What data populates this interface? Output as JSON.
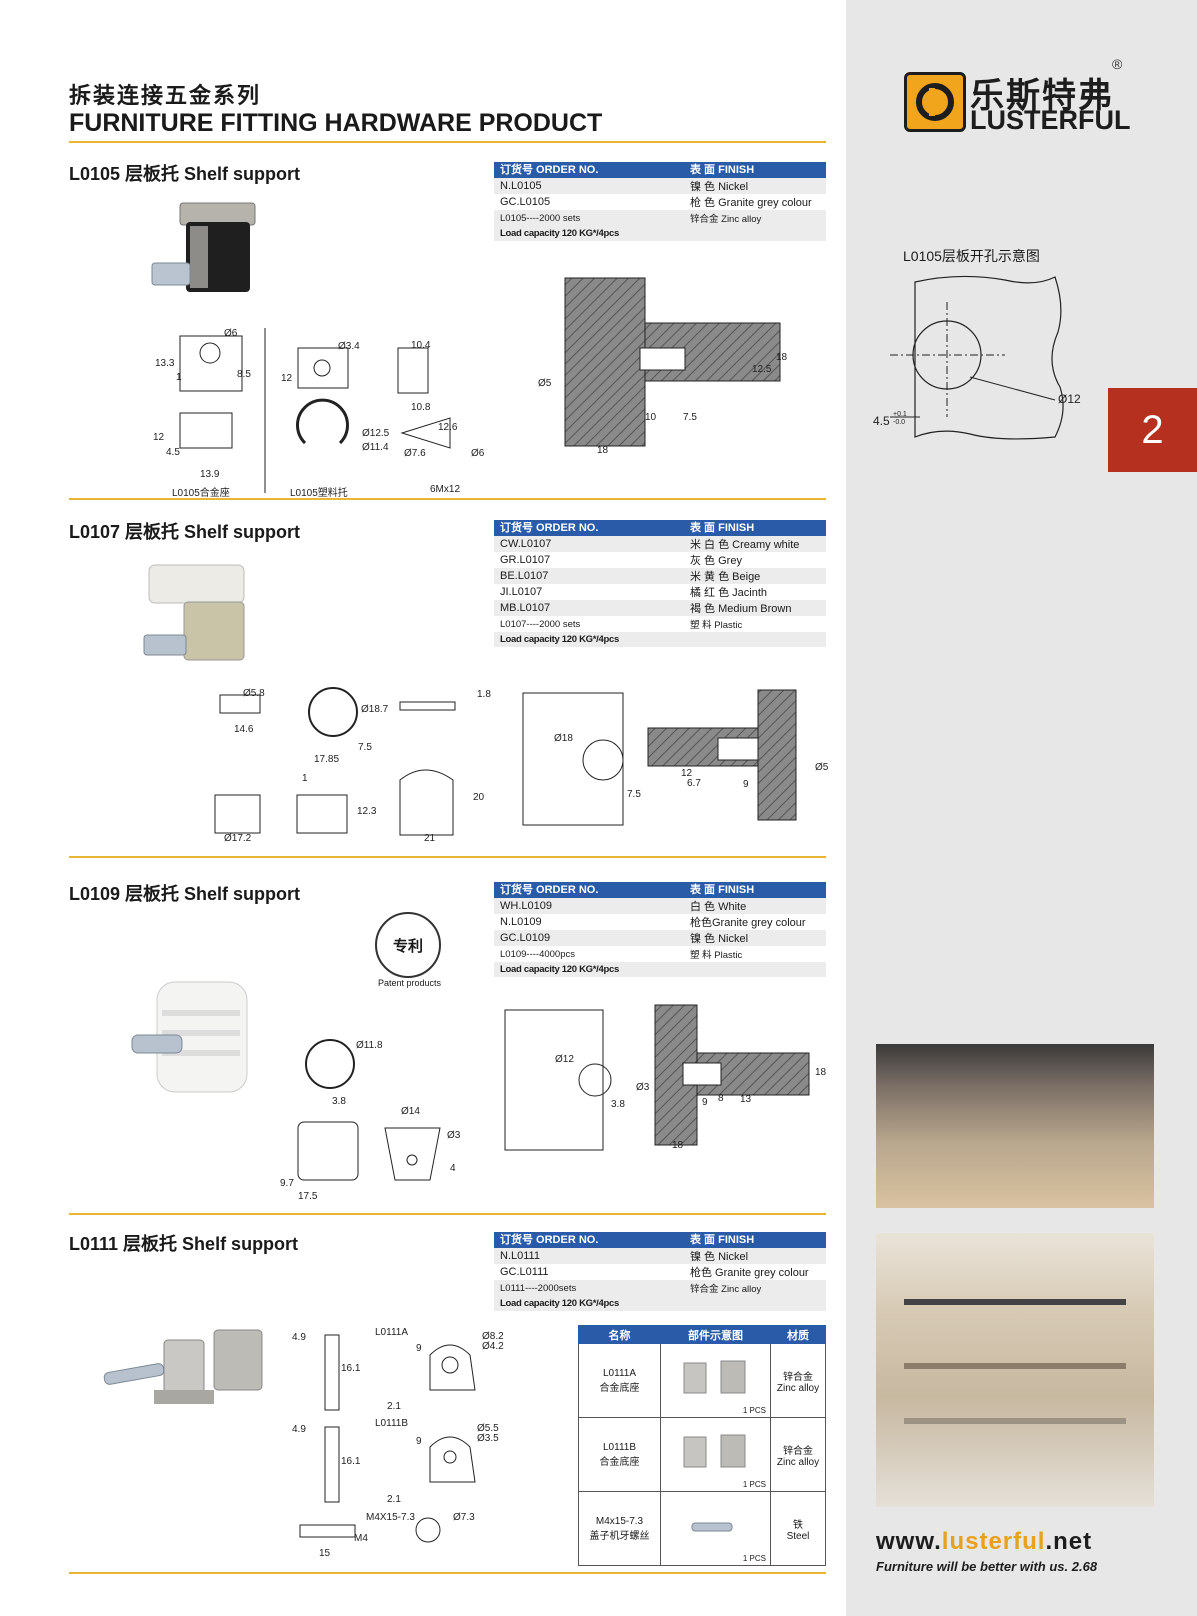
{
  "header": {
    "title_cn": "拆装连接五金系列",
    "title_en": "FURNITURE FITTING HARDWARE PRODUCT"
  },
  "brand": {
    "name_cn": "乐斯特弗",
    "name_en": "LUSTERFUL",
    "registered": "®",
    "url_prefix": "www.",
    "url_accent": "lusterful",
    "url_suffix": ".net",
    "slogan": "Furniture will be better with us.",
    "page_code": "2.68",
    "accent_color": "#e8a11c",
    "blue_color": "#2a5ba8"
  },
  "page_tab": "2",
  "hole_diagram": {
    "title": "L0105层板开孔示意图",
    "dia": "Ø12",
    "offset": "4.5",
    "tol_top": "+0.1",
    "tol_bot": "-0.0"
  },
  "sections": [
    {
      "title": "L0105 层板托 Shelf support",
      "order_header": "订货号 ORDER NO.",
      "finish_header": "表 面 FINISH",
      "rows": [
        {
          "order": "N.L0105",
          "finish": "镍 色 Nickel"
        },
        {
          "order": "GC.L0105",
          "finish": "枪 色 Granite grey colour"
        },
        {
          "order": "L0105----2000 sets",
          "finish": "锌合金 Zinc alloy"
        }
      ],
      "load": "Load capacity 120 KG*/4pcs",
      "captions": [
        "L0105合金座",
        "L0105塑料托",
        "6Mx12"
      ],
      "dims": [
        "Ø6",
        "13.3",
        "8.5",
        "12",
        "4.5",
        "13.9",
        "Ø3.4",
        "12",
        "Ø12.5",
        "Ø11.4",
        "10.4",
        "10.8",
        "12.6",
        "Ø7.6",
        "Ø6",
        "Ø5",
        "18",
        "12.5",
        "10",
        "7.5",
        "18",
        "1"
      ]
    },
    {
      "title": "L0107 层板托 Shelf support",
      "order_header": "订货号 ORDER NO.",
      "finish_header": "表 面 FINISH",
      "rows": [
        {
          "order": "CW.L0107",
          "finish": "米 白 色 Creamy white"
        },
        {
          "order": "GR.L0107",
          "finish": "灰 色 Grey"
        },
        {
          "order": "BE.L0107",
          "finish": "米 黄 色 Beige"
        },
        {
          "order": "JI.L0107",
          "finish": "橘 红 色 Jacinth"
        },
        {
          "order": "MB.L0107",
          "finish": "褐 色 Medium Brown"
        },
        {
          "order": "L0107----2000 sets",
          "finish": "塑 料 Plastic"
        }
      ],
      "load": "Load capacity 120 KG*/4pcs",
      "dims": [
        "Ø5.8",
        "14.6",
        "Ø18.7",
        "7.5",
        "17.85",
        "1.8",
        "1",
        "12.3",
        "Ø17.2",
        "20",
        "21",
        "Ø18",
        "7.5",
        "12",
        "6.7",
        "9",
        "Ø5"
      ]
    },
    {
      "title": "L0109 层板托 Shelf support",
      "order_header": "订货号 ORDER NO.",
      "finish_header": "表 面 FINISH",
      "rows": [
        {
          "order": "WH.L0109",
          "finish": "白 色 White"
        },
        {
          "order": "N.L0109",
          "finish": "枪色Granite grey colour"
        },
        {
          "order": "GC.L0109",
          "finish": "镍 色 Nickel"
        },
        {
          "order": "L0109----4000pcs",
          "finish": "塑 料 Plastic"
        }
      ],
      "load": "Load capacity 120 KG*/4pcs",
      "patent_text": "专利",
      "patent_label": "Patent products",
      "dims": [
        "Ø11.8",
        "3.8",
        "Ø14",
        "Ø3",
        "4",
        "9.7",
        "17.5",
        "Ø12",
        "3.8",
        "Ø3",
        "9",
        "8",
        "13",
        "18",
        "18"
      ]
    },
    {
      "title": "L0111 层板托 Shelf support",
      "order_header": "订货号 ORDER NO.",
      "finish_header": "表 面 FINISH",
      "rows": [
        {
          "order": "N.L0111",
          "finish": "镍 色 Nickel"
        },
        {
          "order": "GC.L0111",
          "finish": "枪色 Granite grey colour"
        },
        {
          "order": "L0111----2000sets",
          "finish": "锌合金 Zinc alloy"
        }
      ],
      "load": "Load capacity 120 KG*/4pcs",
      "dims_a": [
        "4.9",
        "L0111A",
        "Ø8.2",
        "Ø4.2",
        "9",
        "16.1",
        "2.1"
      ],
      "dims_b": [
        "4.9",
        "L0111B",
        "Ø5.5",
        "Ø3.5",
        "9",
        "16.1",
        "2.1"
      ],
      "dims_screw": [
        "M4X15-7.3",
        "Ø7.3",
        "M4",
        "15"
      ],
      "parts_table": {
        "headers": [
          "名称",
          "部件示意图",
          "材质"
        ],
        "rows": [
          {
            "name": "L0111A\n合金底座",
            "qty": "1 PCS",
            "material": "锌合金\nZinc alloy"
          },
          {
            "name": "L0111B\n合金底座",
            "qty": "1 PCS",
            "material": "锌合金\nZinc alloy"
          },
          {
            "name": "M4x15-7.3\n盖子机牙螺丝",
            "qty": "1 PCS",
            "material": "铁\nSteel"
          }
        ]
      }
    }
  ]
}
